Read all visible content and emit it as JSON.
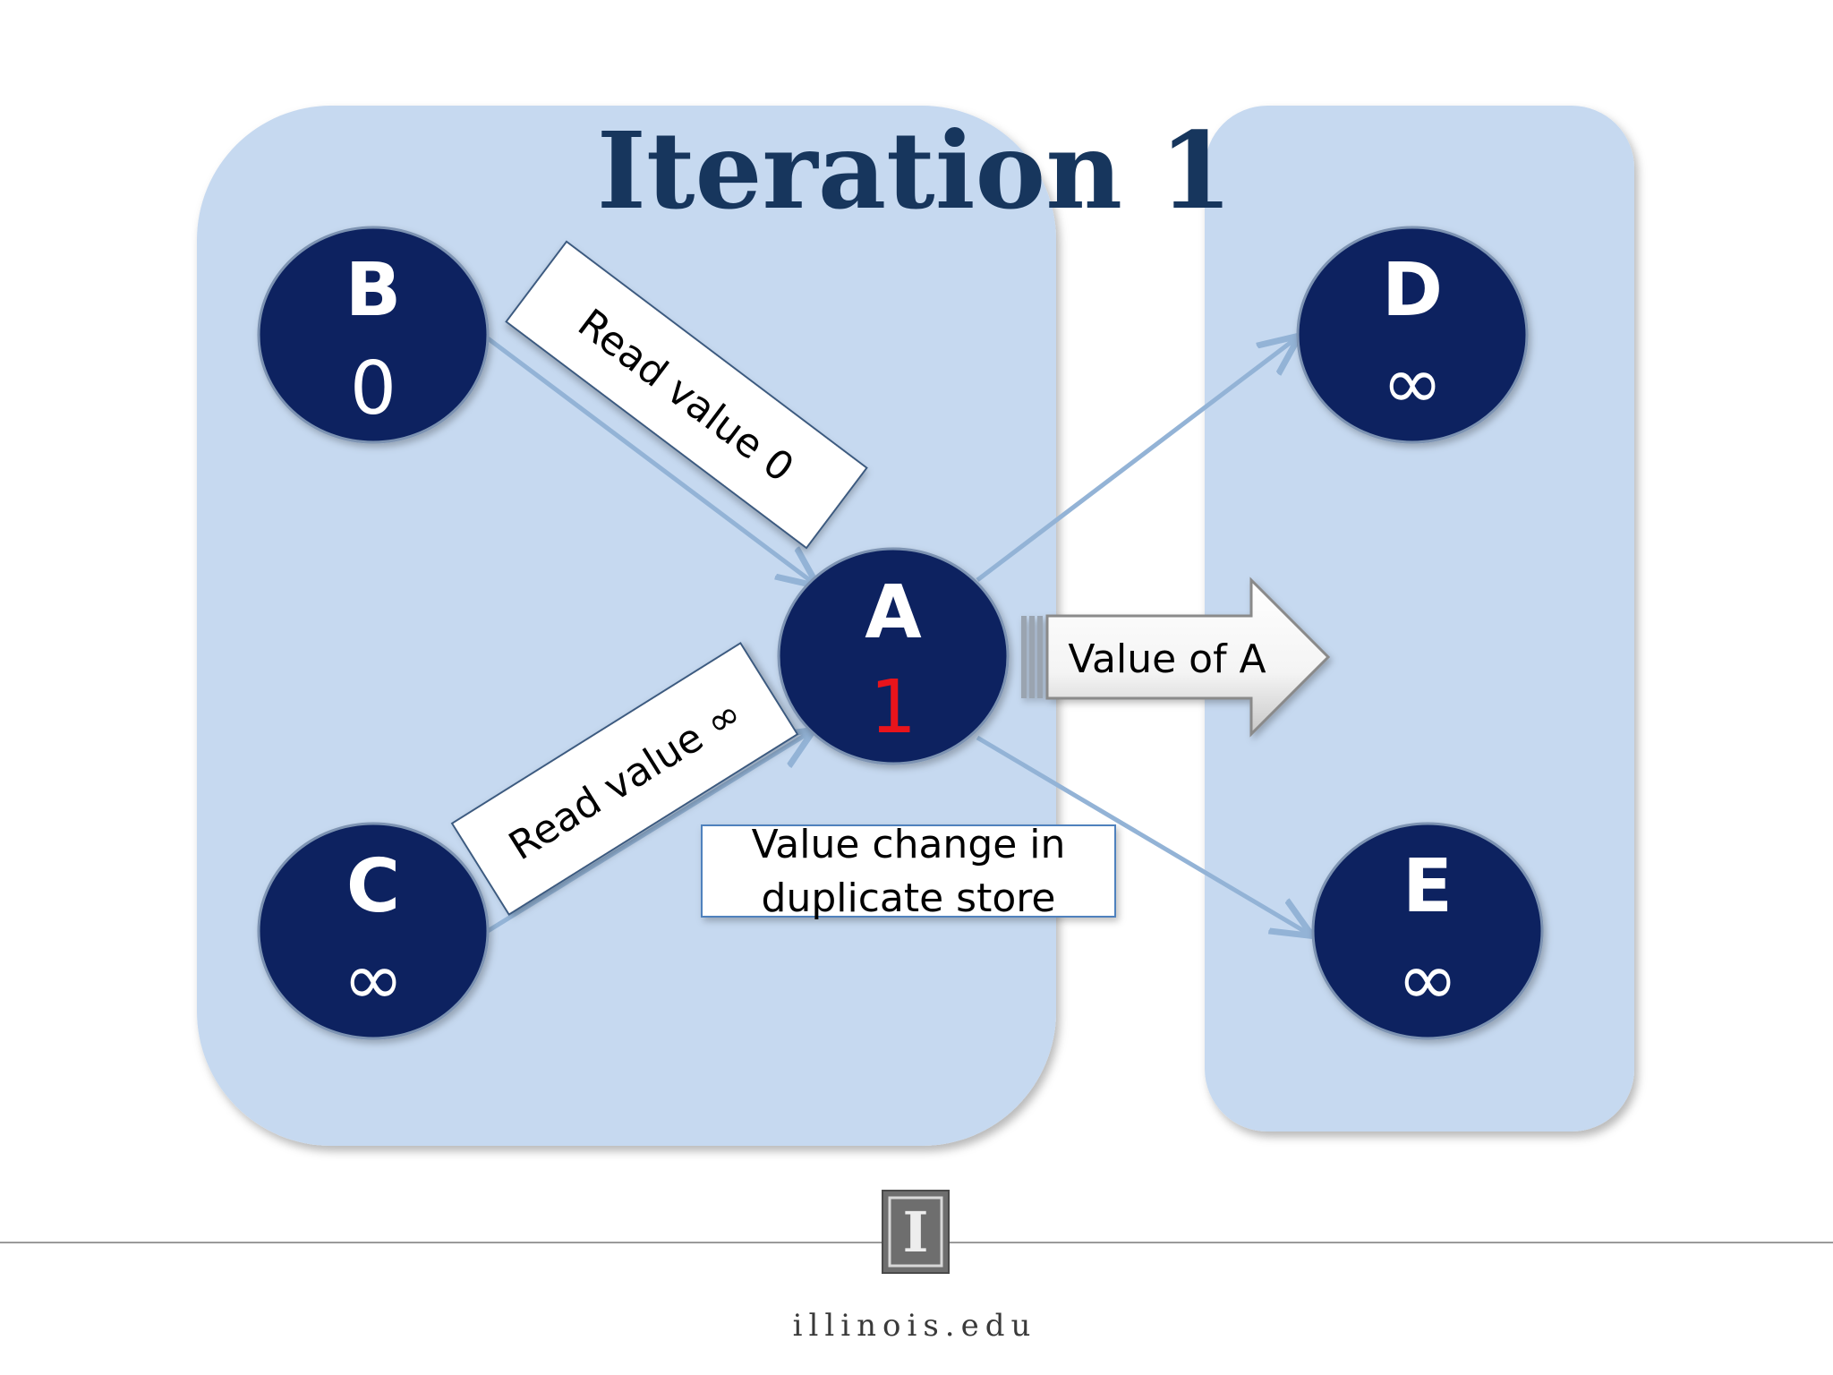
{
  "title": "Iteration 1",
  "nodes": {
    "B": {
      "letter": "B",
      "value": "0"
    },
    "C": {
      "letter": "C",
      "value": "∞"
    },
    "A": {
      "letter": "A",
      "value": "1"
    },
    "D": {
      "letter": "D",
      "value": "∞"
    },
    "E": {
      "letter": "E",
      "value": "∞"
    }
  },
  "labels": {
    "read_b": "Read value 0",
    "read_c": "Read value ∞",
    "value_of_a": "Value of A",
    "value_change_line1": "Value change in",
    "value_change_line2": "duplicate store"
  },
  "footer": {
    "logo_letter": "I",
    "site": "illinois.edu"
  },
  "colors": {
    "partition": "#c6d9f0",
    "node": "#0c2461",
    "changed_value": "#e8141b",
    "edge": "#93b3d6",
    "title": "#17365d"
  }
}
